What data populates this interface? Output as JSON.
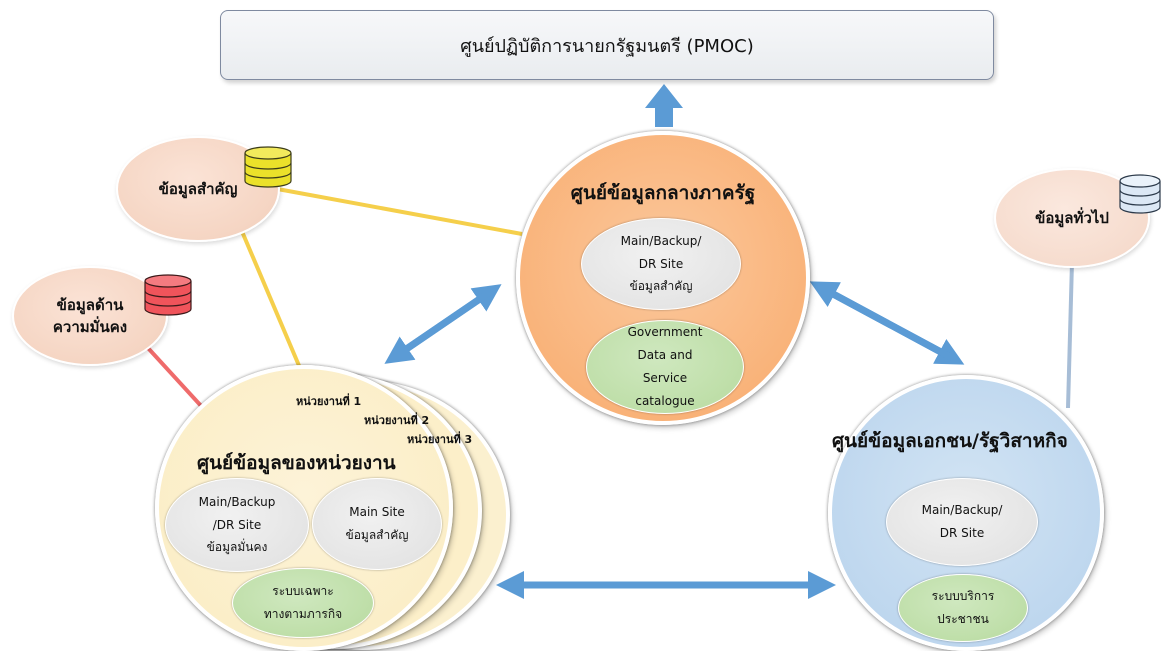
{
  "pmoc": {
    "title": "ศูนย์ปฏิบัติการนายกรัฐมนตรี (PMOC)"
  },
  "data_sources": {
    "important": {
      "label": "ข้อมูลสำคัญ"
    },
    "security": {
      "line1": "ข้อมูลด้าน",
      "line2": "ความมั่นคง"
    },
    "general": {
      "label": "ข้อมูลทั่วไป"
    }
  },
  "government_center": {
    "title": "ศูนย์ข้อมูลกลางภาครัฐ",
    "site": {
      "line1": "Main/Backup/",
      "line2": "DR Site",
      "line3": "ข้อมูลสำคัญ"
    },
    "catalogue": {
      "line1": "Government",
      "line2": "Data and",
      "line3": "Service",
      "line4": "catalogue"
    }
  },
  "agency_center": {
    "title": "ศูนย์ข้อมูลของหน่วยงาน",
    "units": [
      "หน่วยงานที่ 1",
      "หน่วยงานที่ 2",
      "หน่วยงานที่ 3"
    ],
    "backup_site": {
      "line1": "Main/Backup",
      "line2": "/DR Site",
      "line3": "ข้อมูลมั่นคง"
    },
    "main_site": {
      "line1": "Main Site",
      "line2": "ข้อมูลสำคัญ"
    },
    "mission_system": {
      "line1": "ระบบเฉพาะ",
      "line2": "ทางตามภารกิจ"
    }
  },
  "private_center": {
    "title": "ศูนย์ข้อมูลเอกชน/รัฐวิสาหกิจ",
    "site": {
      "line1": "Main/Backup/",
      "line2": "DR Site"
    },
    "service": {
      "line1": "ระบบบริการ",
      "line2": "ประชาชน"
    }
  },
  "colors": {
    "arrow": "#5b9bd5",
    "important_line": "#f5cf4b",
    "security_line": "#ef6b6b",
    "general_line": "#a7bdd6",
    "db_yellow": "#ebe12a",
    "db_red": "#f0545b",
    "db_blue": "#dce8f5"
  }
}
